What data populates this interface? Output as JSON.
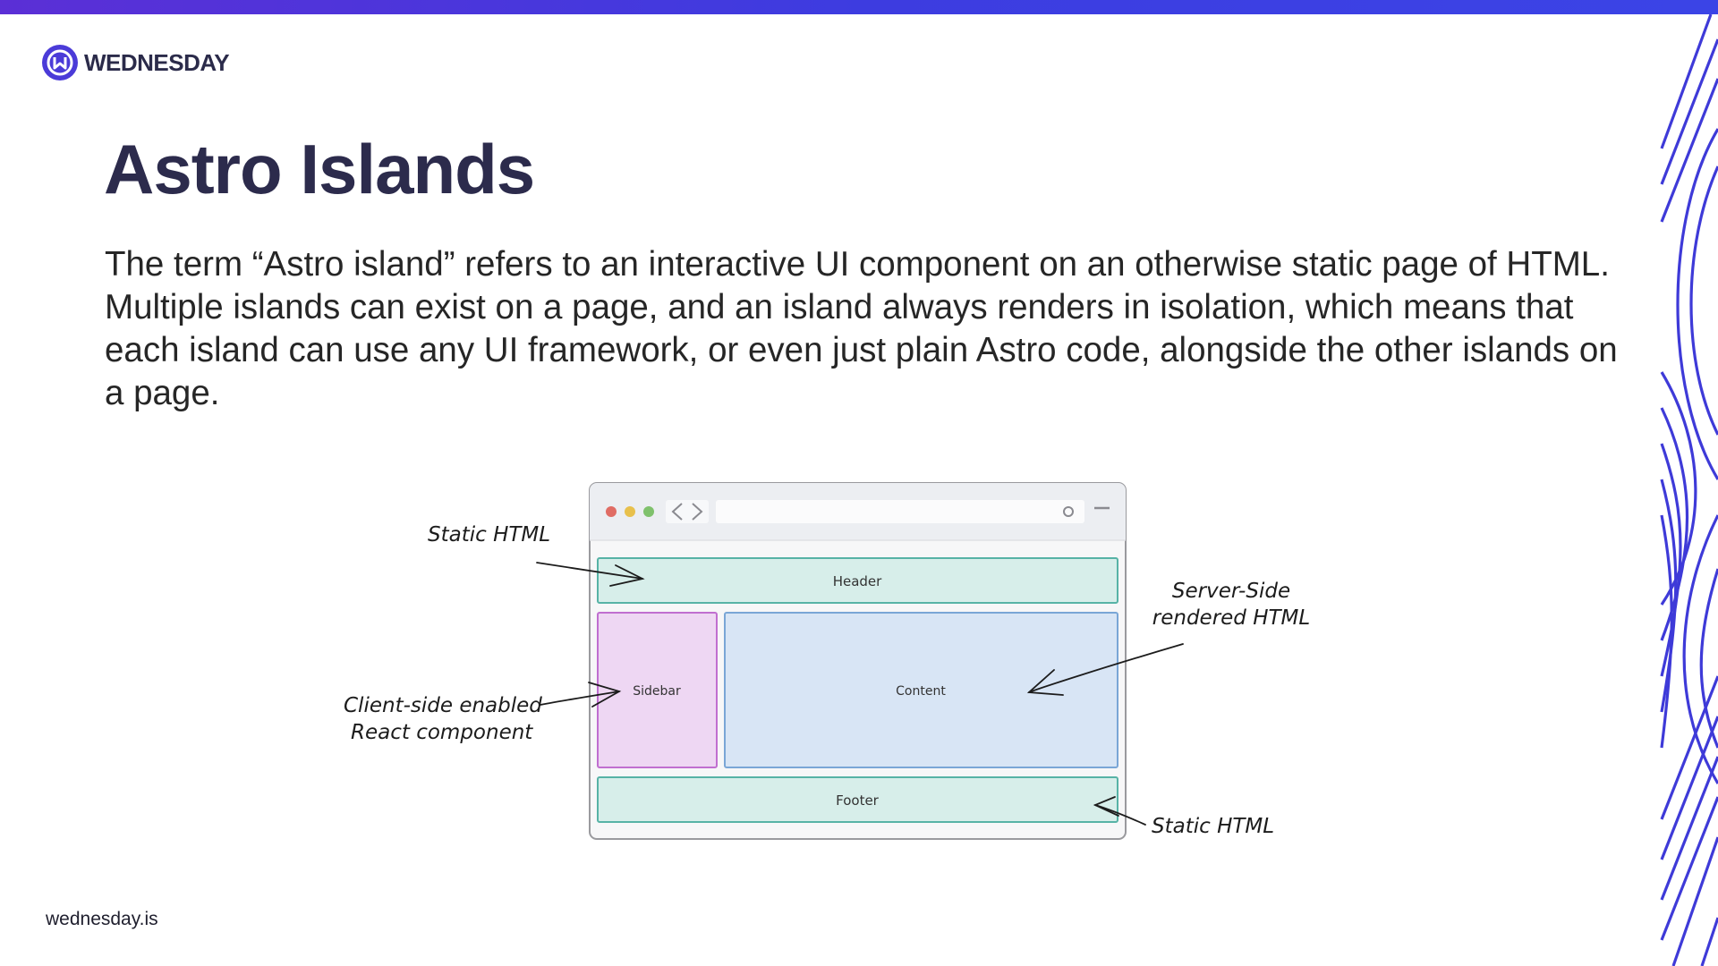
{
  "brand": {
    "name": "WEDNESDAY",
    "url": "wednesday.is",
    "accent": "#4b3bd8",
    "title_color": "#2c2b4c"
  },
  "slide": {
    "title": "Astro Islands",
    "body": "The term “Astro island” refers to an interactive UI component on an otherwise static page of HTML. Multiple islands can exist on a page, and an island always renders in isolation, which means that each island can use any UI framework, or even just plain Astro code, alongside the other islands on a page."
  },
  "diagram": {
    "regions": {
      "header": {
        "label": "Header",
        "fill": "#d7eeea",
        "stroke": "#57b3a6"
      },
      "sidebar": {
        "label": "Sidebar",
        "fill": "#eed7f3",
        "stroke": "#c06fd0"
      },
      "content": {
        "label": "Content",
        "fill": "#d8e5f5",
        "stroke": "#7aa6d6"
      },
      "footer": {
        "label": "Footer",
        "fill": "#d7eeea",
        "stroke": "#57b3a6"
      }
    },
    "annotations": {
      "static_html_top": "Static HTML",
      "server_side_line1": "Server-Side",
      "server_side_line2": "rendered HTML",
      "client_side_line1": "Client-side enabled",
      "client_side_line2": "React component",
      "static_html_bottom": "Static HTML"
    },
    "browser_icons": [
      "close-dot-icon",
      "minimize-dot-icon",
      "maximize-dot-icon",
      "back-arrow-icon",
      "forward-arrow-icon",
      "reload-icon",
      "minimize-icon"
    ]
  }
}
